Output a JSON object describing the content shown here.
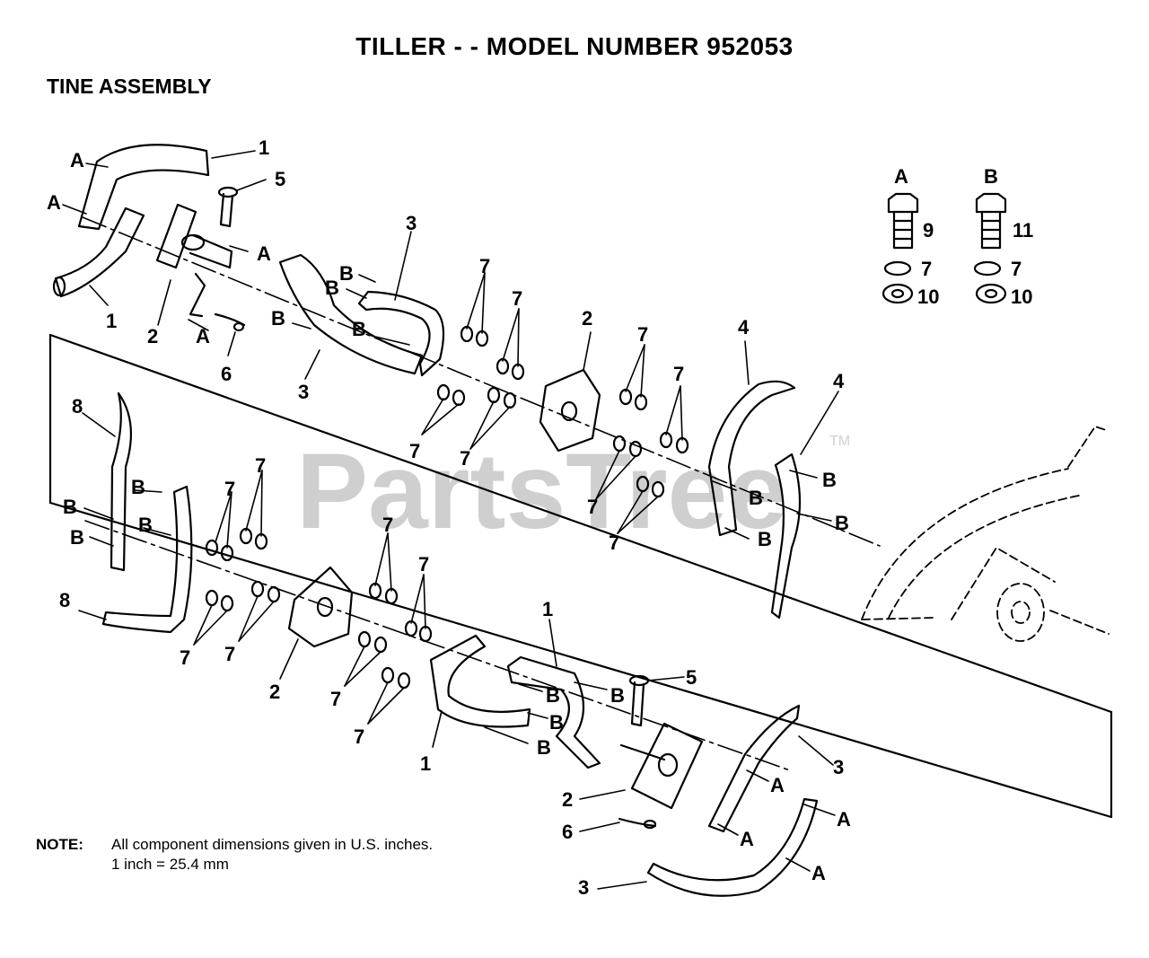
{
  "header": {
    "title": "TILLER - - MODEL NUMBER 952053",
    "subtitle": "TINE ASSEMBLY"
  },
  "legend": {
    "a_letter": "A",
    "b_letter": "B",
    "a_bolt": "9",
    "b_bolt": "11",
    "a_washer": "7",
    "b_washer": "7",
    "a_nut": "10",
    "b_nut": "10"
  },
  "note": {
    "label": "NOTE:",
    "line1": "All component dimensions given in U.S. inches.",
    "line2": "1 inch = 25.4 mm"
  },
  "watermark": {
    "text": "PartsTree",
    "tm": "TM"
  },
  "callouts": {
    "one": "1",
    "two": "2",
    "three": "3",
    "four": "4",
    "five": "5",
    "six": "6",
    "seven": "7",
    "eight": "8",
    "a": "A",
    "b": "B"
  },
  "colors": {
    "ink": "#000000",
    "watermark": "#cfcfcf",
    "background": "#ffffff"
  }
}
